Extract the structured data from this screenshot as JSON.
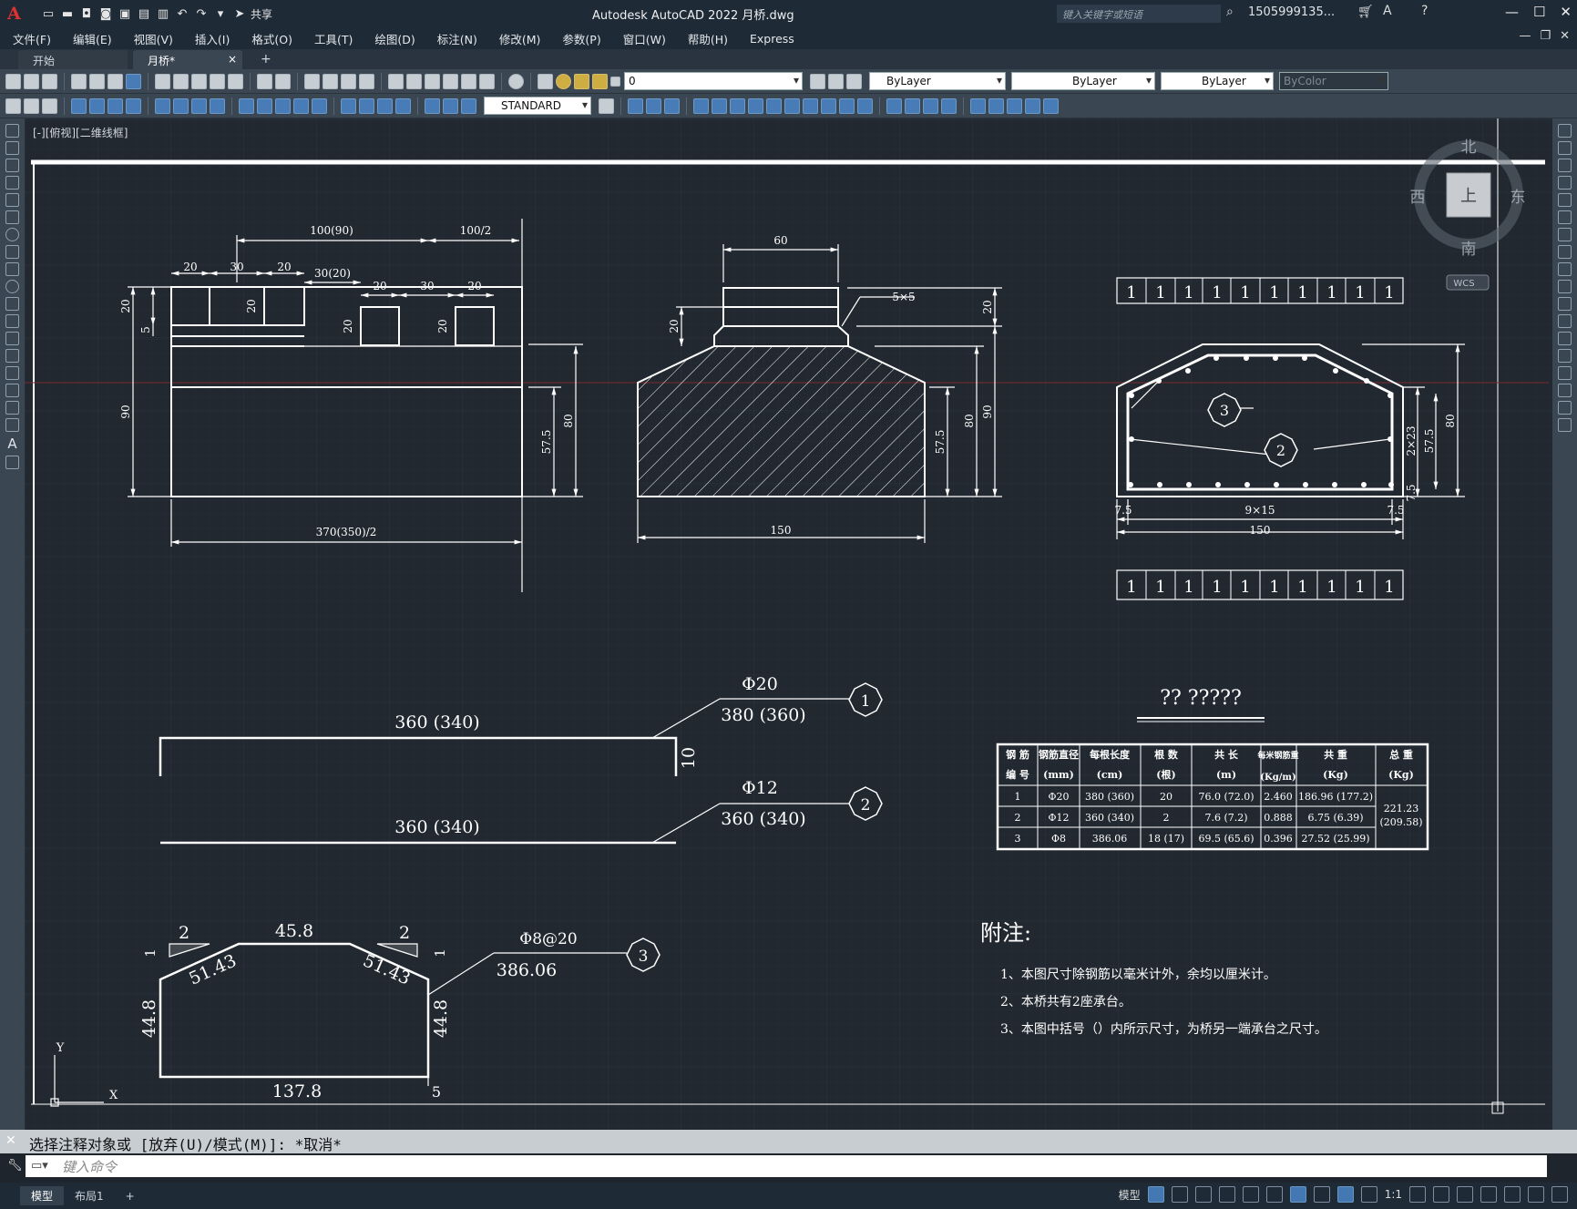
{
  "app": {
    "logo": "A",
    "title": "Autodesk AutoCAD 2022    月桥.dwg",
    "share_label": "共享",
    "search_placeholder": "键入关键字或短语",
    "user": "1505999135..."
  },
  "menu": [
    "文件(F)",
    "编辑(E)",
    "视图(V)",
    "插入(I)",
    "格式(O)",
    "工具(T)",
    "绘图(D)",
    "标注(N)",
    "修改(M)",
    "参数(P)",
    "窗口(W)",
    "帮助(H)",
    "Express"
  ],
  "tabs": {
    "start": "开始",
    "file": "月桥*",
    "close": "×",
    "plus": "+"
  },
  "toolbar": {
    "layer_value": "0",
    "color_value": "ByLayer",
    "linetype_value": "ByLayer",
    "lineweight_value": "ByLayer",
    "plotstyle_value": "ByColor",
    "textstyle_value": "STANDARD"
  },
  "viewport": {
    "label": "[-][俯视][二维线框]"
  },
  "viewcube": {
    "north": "北",
    "south": "南",
    "east": "东",
    "west": "西",
    "top": "上",
    "wcs": "WCS"
  },
  "drawing": {
    "d1": {
      "t100_90": "100(90)",
      "t100_2": "100/2",
      "t20a": "20",
      "t30a": "30",
      "t20b": "20",
      "t30_20": "30(20)",
      "t20c": "20",
      "t30b": "30",
      "t20d": "20",
      "v20a": "20",
      "v5": "5",
      "v20b": "20",
      "v20c": "20",
      "v20d": "20",
      "v90": "90",
      "v57_5": "57.5",
      "v80": "80",
      "bottom": "370(350)/2"
    },
    "d2": {
      "top60": "60",
      "t5x5": "5×5",
      "v20a": "20",
      "v20b": "20",
      "v57_5": "57.5",
      "v80": "80",
      "v90": "90",
      "bottom": "150"
    },
    "d3": {
      "c3": "3",
      "c2": "2",
      "v80": "80",
      "v57_5": "57.5",
      "v2x23": "2×23",
      "v7_5": "7.5",
      "b7_5a": "7.5",
      "b9x15": "9×15",
      "b7_5b": "7.5",
      "b150": "150",
      "cell": "1"
    },
    "bar1": {
      "phi": "Φ20",
      "len": "380 (360)",
      "straight": "360 (340)",
      "hook": "10",
      "num": "1"
    },
    "bar2": {
      "phi": "Φ12",
      "len": "360 (340)",
      "straight": "360 (340)",
      "num": "2"
    },
    "bar3": {
      "phi": "Φ8@20",
      "len": "386.06",
      "top": "45.8",
      "s1": "2",
      "s2": "2",
      "r1": "1",
      "r2": "1",
      "d1": "51.43",
      "d2": "51.43",
      "h1": "44.8",
      "h2": "44.8",
      "bottom": "137.8",
      "tail": "5",
      "num": "3"
    },
    "table": {
      "title": "??  ?????",
      "headers": [
        [
          "钢  筋",
          "编  号"
        ],
        [
          "钢筋直径",
          "(mm)"
        ],
        [
          "每根长度",
          "(cm)"
        ],
        [
          "根  数",
          "(根)"
        ],
        [
          "共  长",
          "(m)"
        ],
        [
          "每米钢筋重",
          "(Kg/m)"
        ],
        [
          "共  重",
          "(Kg)"
        ],
        [
          "总  重",
          "(Kg)"
        ]
      ],
      "rows": [
        [
          "1",
          "Φ20",
          "380 (360)",
          "20",
          "76.0 (72.0)",
          "2.460",
          "186.96 (177.2)"
        ],
        [
          "2",
          "Φ12",
          "360 (340)",
          "2",
          "7.6 (7.2)",
          "0.888",
          "6.75 (6.39)"
        ],
        [
          "3",
          "Φ8",
          "386.06",
          "18 (17)",
          "69.5 (65.6)",
          "0.396",
          "27.52 (25.99)"
        ]
      ],
      "total": [
        "221.23",
        "(209.58)"
      ]
    },
    "notes": {
      "title": "附注:",
      "items": [
        "1、本图尺寸除钢筋以毫米计外，余均以厘米计。",
        "2、本桥共有2座承台。",
        "3、本图中括号（）内所示尺寸，为桥另一端承台之尺寸。"
      ]
    },
    "ucs": {
      "y": "Y",
      "x": "X"
    }
  },
  "command": {
    "history": "选择注释对象或 [放弃(U)/模式(M)]: *取消*",
    "placeholder": "键入命令"
  },
  "status": {
    "model_tab": "模型",
    "layout1": "布局1",
    "plus": "+",
    "model_btn": "模型",
    "scale": "1:1"
  }
}
